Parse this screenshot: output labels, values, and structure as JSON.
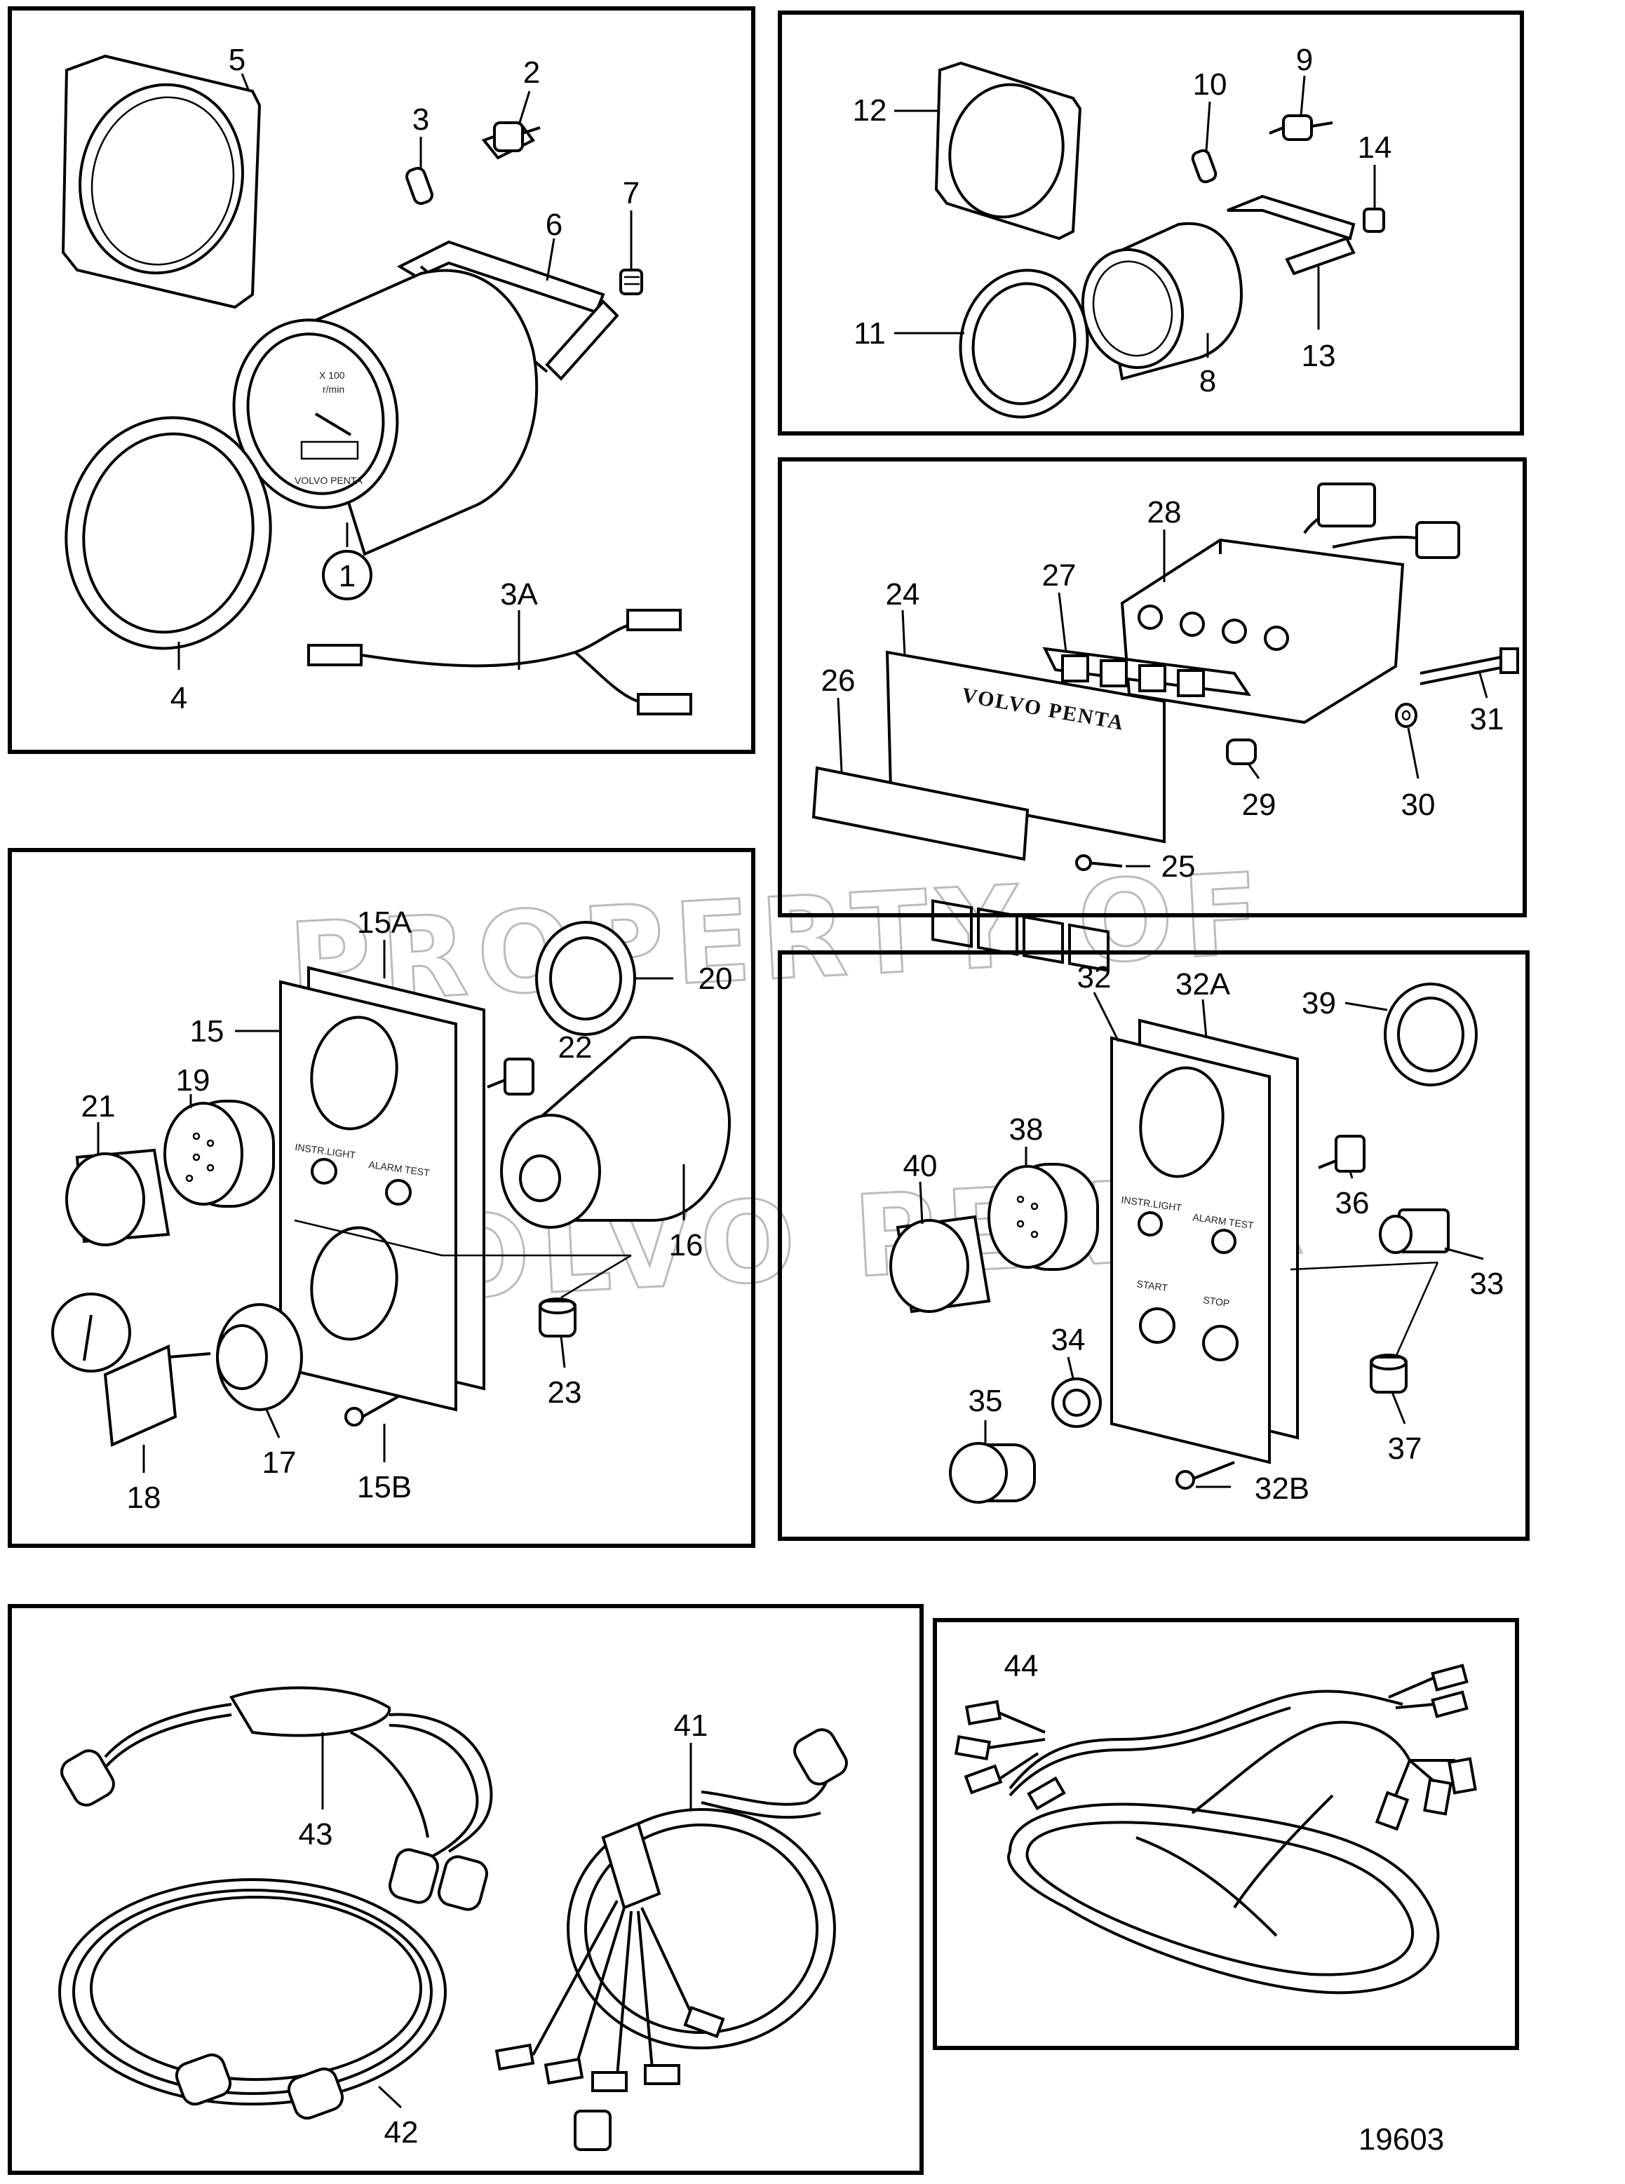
{
  "panels": {
    "tachometer": {
      "callouts": [
        {
          "label": "5"
        },
        {
          "label": "3"
        },
        {
          "label": "2"
        },
        {
          "label": "6"
        },
        {
          "label": "7"
        },
        {
          "label": "1"
        },
        {
          "label": "4"
        },
        {
          "label": "3A"
        }
      ],
      "dial_text": {
        "scale": "X 100",
        "unit": "r/min",
        "brand": "VOLVO PENTA"
      }
    },
    "gauge": {
      "callouts": [
        {
          "label": "12"
        },
        {
          "label": "10"
        },
        {
          "label": "9"
        },
        {
          "label": "14"
        },
        {
          "label": "11"
        },
        {
          "label": "8"
        },
        {
          "label": "13"
        }
      ]
    },
    "alarm_panel": {
      "callouts": [
        {
          "label": "28"
        },
        {
          "label": "27"
        },
        {
          "label": "24"
        },
        {
          "label": "26"
        },
        {
          "label": "31"
        },
        {
          "label": "30"
        },
        {
          "label": "29"
        },
        {
          "label": "25"
        }
      ],
      "plate_brand": "VOLVO PENTA"
    },
    "key_panel": {
      "callouts": [
        {
          "label": "15A"
        },
        {
          "label": "20"
        },
        {
          "label": "15"
        },
        {
          "label": "22"
        },
        {
          "label": "19"
        },
        {
          "label": "21"
        },
        {
          "label": "16"
        },
        {
          "label": "23"
        },
        {
          "label": "17"
        },
        {
          "label": "18"
        },
        {
          "label": "15B"
        }
      ],
      "plate_text": {
        "left": "INSTR.LIGHT",
        "right": "ALARM TEST"
      }
    },
    "start_stop_panel": {
      "callouts": [
        {
          "label": "32"
        },
        {
          "label": "32A"
        },
        {
          "label": "39"
        },
        {
          "label": "38"
        },
        {
          "label": "40"
        },
        {
          "label": "36"
        },
        {
          "label": "33"
        },
        {
          "label": "34"
        },
        {
          "label": "35"
        },
        {
          "label": "37"
        },
        {
          "label": "32B"
        }
      ],
      "plate_text": {
        "left": "INSTR.LIGHT",
        "right": "ALARM TEST",
        "start": "START",
        "stop": "STOP"
      }
    },
    "cables": {
      "callouts": [
        {
          "label": "43"
        },
        {
          "label": "41"
        },
        {
          "label": "42"
        }
      ]
    },
    "harness": {
      "callouts": [
        {
          "label": "44"
        }
      ]
    }
  },
  "watermark": {
    "line1": "PROPERTY OF",
    "line2": "VOLVO PENTA"
  },
  "figure_number": "19603"
}
